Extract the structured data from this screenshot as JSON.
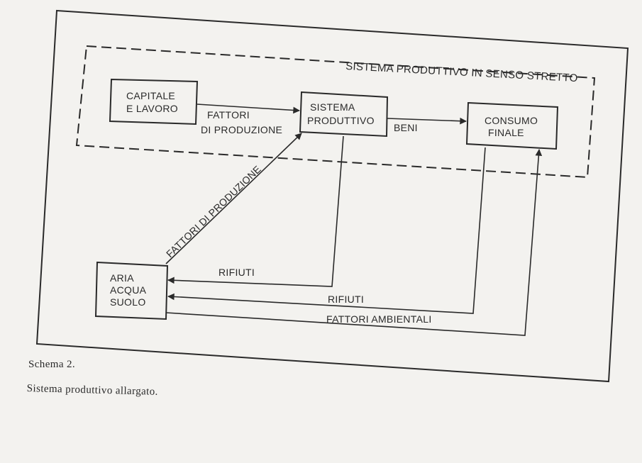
{
  "diagram": {
    "outer_label": "SISTEMA PRODUTTIVO IN SENSO STRETTO",
    "nodes": {
      "capitale": {
        "line1": "CAPITALE",
        "line2": "E LAVORO"
      },
      "sistema": {
        "line1": "SISTEMA",
        "line2": "PRODUTTIVO"
      },
      "consumo": {
        "line1": "CONSUMO",
        "line2": "FINALE"
      },
      "aria": {
        "line1": "ARIA",
        "line2": "ACQUA",
        "line3": "SUOLO"
      }
    },
    "edges": {
      "fattori_top_line1": "FATTORI",
      "fattori_top_line2": "DI PRODUZIONE",
      "beni": "BENI",
      "fattori_diag": "FATTORI DI PRODUZIONE",
      "rifiuti_1": "RIFIUTI",
      "rifiuti_2": "RIFIUTI",
      "fattori_ambientali": "FATTORI AMBIENTALI"
    }
  },
  "caption": {
    "schema": "Schema 2.",
    "text": "Sistema produttivo allargato."
  },
  "colors": {
    "ink": "#2a2a2a",
    "paper": "#f3f2ef"
  }
}
